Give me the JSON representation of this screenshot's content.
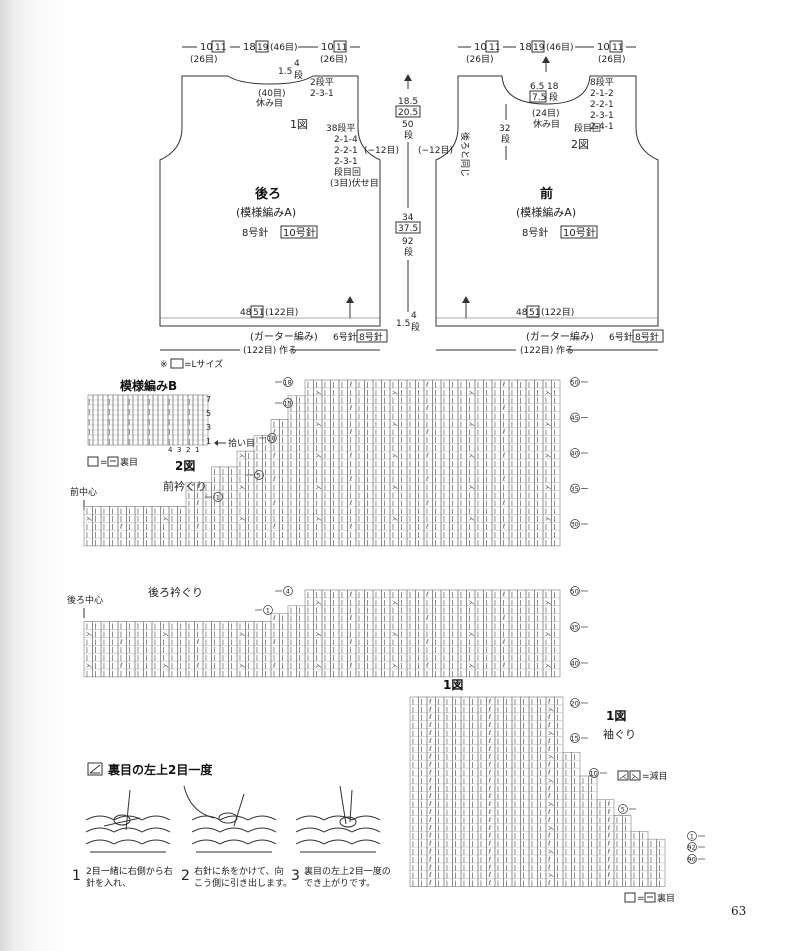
{
  "page_number": "63",
  "back": {
    "dim_left": "10",
    "dim_left_l": "11",
    "dim_left_st": "(26目)",
    "dim_mid": "18",
    "dim_mid_l": "19",
    "dim_mid_st": "(46目)",
    "dim_right": "10",
    "dim_right_l": "11",
    "dim_right_st": "(26目)",
    "neck_depth": "1.5",
    "neck_depth_rows": "4",
    "neck_rows": "段",
    "neck_shaping_1": "2段平",
    "neck_shaping_2": "2-3-1",
    "neck_hold": "(40目)",
    "neck_hold_label": "休み目",
    "diagram_ref": "1図",
    "arm_shaping": [
      "38段平",
      "2-1-4",
      "2-2-1",
      "2-3-1",
      "段目回",
      "(3目)伏せ目"
    ],
    "arm_dec": "(−12目)",
    "title": "後ろ",
    "pattern": "(模様編みA)",
    "needle": "8号針",
    "needle_l": "10号針",
    "hem_width": "48",
    "hem_width_l": "51",
    "hem_width_st": "(122目)",
    "edge": "(ガーター編み)",
    "edge_needle": "6号針",
    "edge_needle_l": "8号針",
    "cast_on": "(122目) 作る"
  },
  "heights": {
    "armhole": "18.5",
    "armhole_l": "20.5",
    "armhole_rows": "50",
    "body": "34",
    "body_l": "37.5",
    "body_rows": "92",
    "rows_unit": "段",
    "hem": "1.5",
    "hem_rows": "4"
  },
  "front": {
    "dim_left": "10",
    "dim_left_l": "11",
    "dim_left_st": "(26目)",
    "dim_mid": "18",
    "dim_mid_l": "19",
    "dim_mid_st": "(46目)",
    "dim_right": "10",
    "dim_right_l": "11",
    "dim_right_st": "(26目)",
    "neck_depth": "6.5",
    "neck_depth_l": "7.5",
    "neck_depth_unit": "18",
    "neck_depth_unit2": "段",
    "neck_shaping": [
      "8段平",
      "2-1-2",
      "2-2-1",
      "2-3-1",
      "2-4-1",
      "段目回"
    ],
    "neck_hold": "(24目)",
    "neck_hold_label": "休み目",
    "neck_side": "32",
    "neck_side_unit": "段",
    "same_as_back": "後ろと同じ",
    "arm_dec": "(−12目)",
    "diagram_ref": "2図",
    "title": "前",
    "pattern": "(模様編みA)",
    "needle": "8号針",
    "needle_l": "10号針",
    "hem_width": "48",
    "hem_width_l": "51",
    "hem_width_st": "(122目)",
    "edge": "(ガーター編み)",
    "edge_needle": "6号針",
    "edge_needle_l": "8号針",
    "cast_on": "(122目) 作る"
  },
  "size_note": "※",
  "size_note_text": "=Lサイズ",
  "pattern_b": {
    "title": "模様編みB",
    "row_labels": [
      "7",
      "5",
      "3",
      "1"
    ],
    "col_labels": [
      "4",
      "3",
      "2",
      "1"
    ],
    "pickup": "拾い目",
    "legend": "=",
    "legend_text": "裏目"
  },
  "chart2": {
    "ref": "2図",
    "title": "前衿ぐり",
    "center": "前中心",
    "left_rows": [
      "18",
      "15",
      "10",
      "5",
      "1"
    ],
    "right_rows": [
      "50",
      "45",
      "40",
      "35",
      "30"
    ]
  },
  "chart_back": {
    "title": "後ろ衿ぐり",
    "center": "後ろ中心",
    "left_rows": [
      "4",
      "1"
    ],
    "right_rows": [
      "50",
      "45",
      "40"
    ]
  },
  "chart1": {
    "ref": "1図",
    "sub_ref": "1図",
    "sub_title": "袖ぐり",
    "dec_legend": "=減目",
    "right_rows": [
      "20",
      "15",
      "10",
      "5",
      "1",
      "92",
      "90"
    ],
    "legend": "=",
    "legend_text": "裏目"
  },
  "technique": {
    "title": "裏目の左上2目一度",
    "steps": [
      {
        "num": "1",
        "text_1": "2目一緒に右側から右",
        "text_2": "針を入れ、"
      },
      {
        "num": "2",
        "text_1": "右針に糸をかけて、向",
        "text_2": "こう側に引き出します。"
      },
      {
        "num": "3",
        "text_1": "裏目の左上2目一度の",
        "text_2": "でき上がりです。"
      }
    ]
  },
  "colors": {
    "ink": "#222222",
    "paper": "#ffffff",
    "gutter": "#d9d9d9"
  }
}
